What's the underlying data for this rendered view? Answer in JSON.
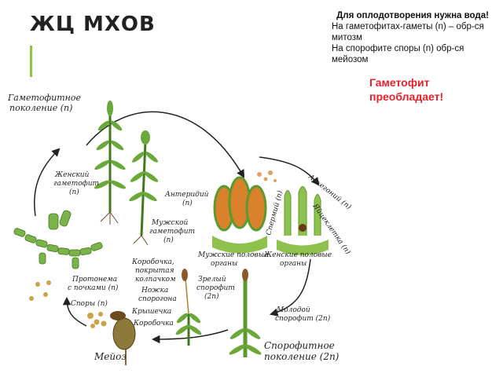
{
  "title": "ЖЦ МХОВ",
  "note": {
    "heading": "Для оплодотворения нужна вода!",
    "line1": "На гаметофитах-гаметы (n) – обр-ся митозм",
    "line2": "На спорофите споры (n) обр-ся мейозом"
  },
  "highlight": "Гаметофит преобладает!",
  "labels": {
    "gametophyte_gen": [
      "Гаметофитное",
      "поколение (n)"
    ],
    "female_gametophyte": [
      "Женский",
      "гаметофит",
      "(n)"
    ],
    "antheridium": [
      "Антеридий",
      "(n)"
    ],
    "archegonium": "Архегоний (n)",
    "sperm": "Спермий (n)",
    "egg": "Яйцеклетка (n)",
    "male_gametophyte": [
      "Мужской",
      "гаметофит",
      "(n)"
    ],
    "male_organs": [
      "Мужские половые",
      "органы"
    ],
    "female_organs": [
      "Женские половые",
      "органы"
    ],
    "capsule_cap": [
      "Коробочка,",
      "покрытая",
      "колпачком"
    ],
    "mature_sporophyte": [
      "Зрелый",
      "спорофит",
      "(2n)"
    ],
    "protonema": [
      "Протонема",
      "с почками (n)"
    ],
    "seta": [
      "Ножка",
      "спорогона"
    ],
    "spores": "Споры (n)",
    "lid": "Крышечка",
    "capsule": "Коробочка",
    "young_sporophyte": [
      "Молодой",
      "спорофит (2n)"
    ],
    "sporophyte_gen": [
      "Спорофитное",
      "поколение (2n)"
    ],
    "meiosis": "Мейоз"
  },
  "colors": {
    "title": "#222222",
    "accent": "#8cc63f",
    "highlight": "#e8202a",
    "moss_green": "#5a9a2e",
    "orange_tissue": "#d9822b",
    "brown": "#7a4a1e"
  }
}
